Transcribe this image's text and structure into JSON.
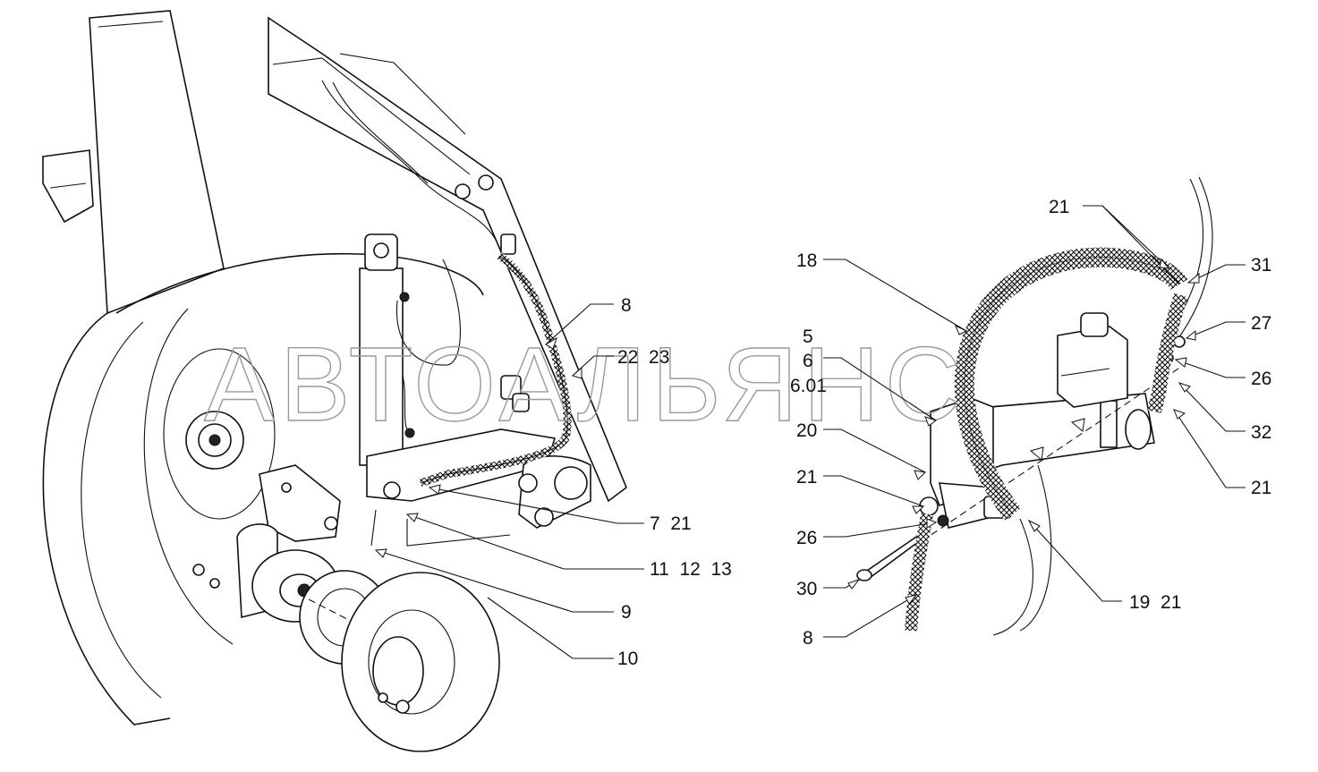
{
  "watermark": "АВТОАЛЬЯНС",
  "callouts_left": {
    "c8": "8",
    "c22_23": "22  23",
    "c7_21": "7  21",
    "c11_12_13": "11  12  13",
    "c9": "9",
    "c10": "10"
  },
  "callouts_right": {
    "c21_top": "21",
    "c31": "31",
    "c18": "18",
    "c27": "27",
    "c5": "5",
    "c6": "6",
    "c601": "6.01",
    "c26_right": "26",
    "c20": "20",
    "c32": "32",
    "c21_right": "21",
    "c21_left": "21",
    "c26_left": "26",
    "c30": "30",
    "c19_21": "19  21",
    "c8_bottom": "8"
  }
}
